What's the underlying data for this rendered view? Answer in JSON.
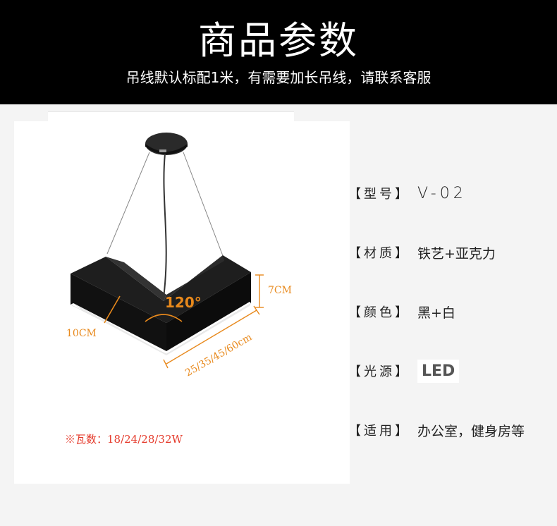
{
  "header": {
    "title": "商品参数",
    "subtitle": "吊线默认标配1米，有需要加长吊线，请联系客服"
  },
  "product": {
    "angle_label": "120°",
    "height_label": "7CM",
    "width_label": "10CM",
    "length_label": "25/35/45/60cm",
    "wattage_note": "※瓦数：18/24/28/32W"
  },
  "specs": [
    {
      "label": "【型号】",
      "value": "V-02"
    },
    {
      "label": "【材质】",
      "value": "铁艺+亚克力"
    },
    {
      "label": "【颜色】",
      "value": "黑+白"
    },
    {
      "label": "【光源】",
      "value": "LED"
    },
    {
      "label": "【适用】",
      "value": "办公室，健身房等"
    }
  ],
  "colors": {
    "accent_orange": "#e8891c",
    "note_red": "#e53b2c",
    "banner_bg": "#000000"
  }
}
